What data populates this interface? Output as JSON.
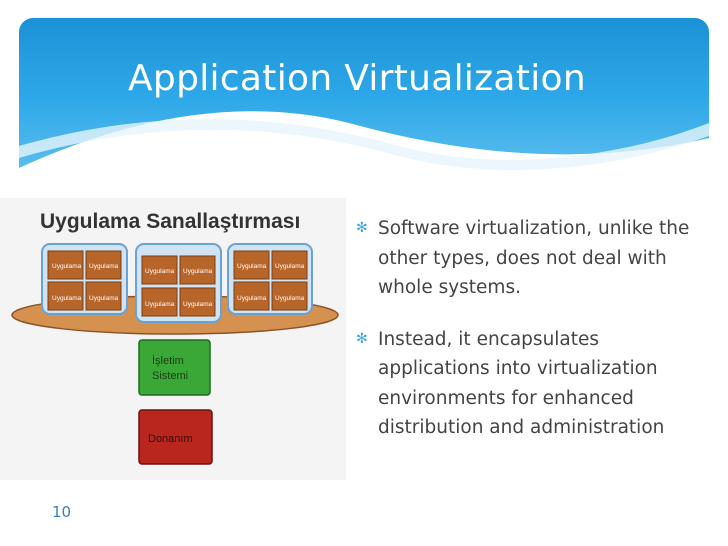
{
  "slide": {
    "title": "Application Virtualization",
    "page_number": "10"
  },
  "diagram": {
    "heading": "Uygulama Sanallaştırması",
    "app_label": "Uygulama",
    "os_label_line1": "İşletim",
    "os_label_line2": "Sistemi",
    "hardware_label": "Donanım"
  },
  "bullets": [
    {
      "text": "Software virtualization, unlike the other types, does not deal with whole systems."
    },
    {
      "text": " Instead, it encapsulates applications into virtualization environments for enhanced distribution and administration"
    }
  ],
  "colors": {
    "header_blue": "#2ea8e8",
    "app_box": "#b8652a",
    "os_box": "#3aa836",
    "hardware_box": "#b8261e",
    "accent": "#3fa6de"
  }
}
